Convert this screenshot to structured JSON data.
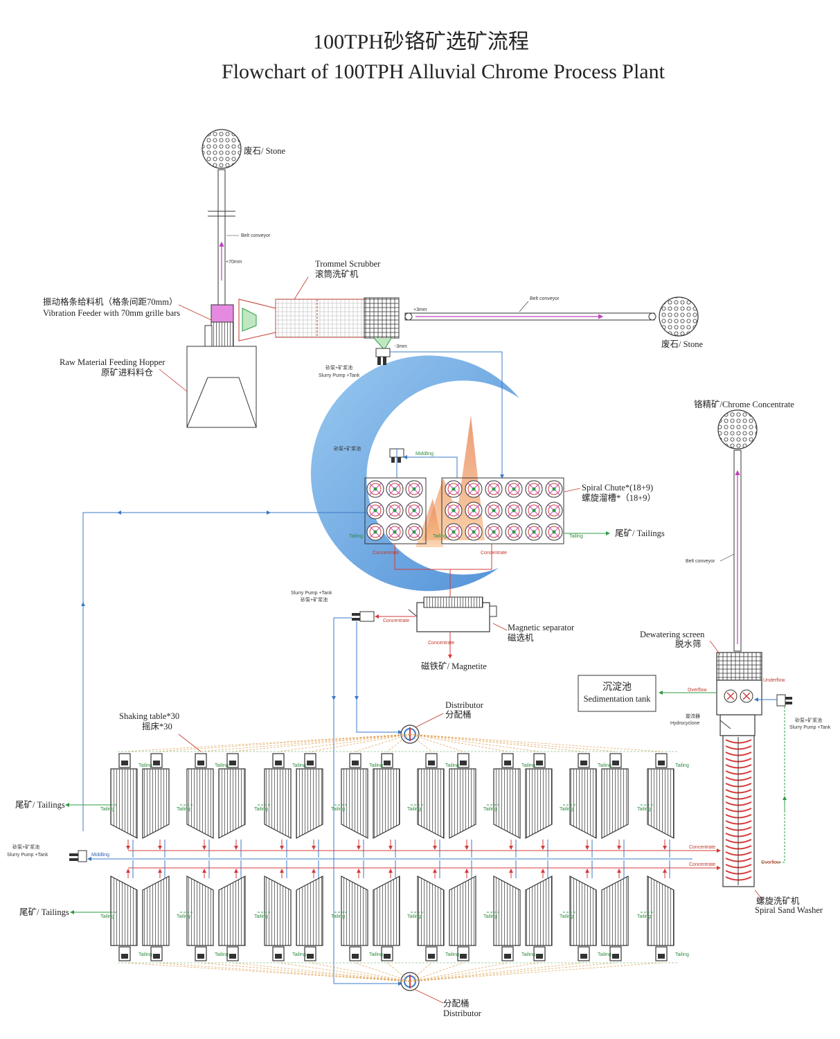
{
  "title_cn": "100TPH砂铬矿选矿流程",
  "title_en": "Flowchart of 100TPH Alluvial Chrome Process Plant",
  "labels": {
    "stone_top": "废石/ Stone",
    "belt_conveyor_1": "Belt conveyor",
    "plus70": "+70mm",
    "trommel_en": "Trommel Scrubber",
    "trommel_cn": "滚筒洗矿机",
    "vib_feeder_cn": "振动格条给料机（格条间距70mm）",
    "vib_feeder_en": "Vibration Feeder with 70mm grille bars",
    "hopper_en": "Raw Material Feeding Hopper",
    "hopper_cn": "原矿进料料仓",
    "plus3": "+3mm",
    "belt_conveyor_2": "Belt conveyor",
    "stone_right": "废石/ Stone",
    "minus3": "-3mm",
    "slurry_pump_cn_1": "砂泵+矿浆池",
    "slurry_pump_en_1": "Slurry Pump +Tank",
    "slurry_pump_cn_2": "砂泵+矿浆池",
    "middling_1": "Middling",
    "spiral_en": "Spiral Chute*(18+9)",
    "spiral_cn": "螺旋溜槽*（18+9）",
    "tailings_spiral": "尾矿/ Tailings",
    "tailing_small": "Tailing",
    "concentrate_small": "Concentrate",
    "chrome_conc": "铬精矿/Chrome Concentrate",
    "belt_conveyor_3": "Belt conveyor",
    "slurry_pump_en_3": "Slurry Pump +Tank",
    "slurry_pump_cn_3": "砂泵+矿浆池",
    "magnetic_en": "Magnetic separator",
    "magnetic_cn": "磁选机",
    "magnetite": "磁铁矿/ Magnetite",
    "dewatering_en": "Dewatering screen",
    "dewatering_cn": "脱水筛",
    "sed_cn": "沉淀池",
    "sed_en": "Sedimentation tank",
    "overflow": "Overflow",
    "underflow": "Underflow",
    "hydro_cn": "旋流器",
    "hydro_en": "Hydrocyclone",
    "slurry_pump_cn_4": "砂泵+矿浆池",
    "slurry_pump_en_4": "Slurry Pump +Tank",
    "distributor_top_en": "Distributor",
    "distributor_top_cn": "分配桶",
    "shaking_en": "Shaking table*30",
    "shaking_cn": "摇床*30",
    "tailings_left_1": "尾矿/ Tailings",
    "tailings_left_2": "尾矿/ Tailings",
    "slurry_pump_cn_5": "砂泵+矿浆池",
    "slurry_pump_en_5": "Slurry Pump +Tank",
    "middling_2": "Middling",
    "concentrate_1": "Concentrate",
    "concentrate_2": "Concentrate",
    "overflow_2": "Overflow",
    "sand_washer_cn": "螺旋洗矿机",
    "sand_washer_en": "Spiral Sand Washer",
    "distributor_bot_cn": "分配桶",
    "distributor_bot_en": "Distributor"
  },
  "colors": {
    "line": "#333333",
    "red_flow": "#d63a3a",
    "green_flow": "#2e9b45",
    "blue_flow": "#3a78c8",
    "magenta": "#c040c0",
    "watermark_blue": "#6fa8e0",
    "watermark_orange": "#f08a4a"
  }
}
